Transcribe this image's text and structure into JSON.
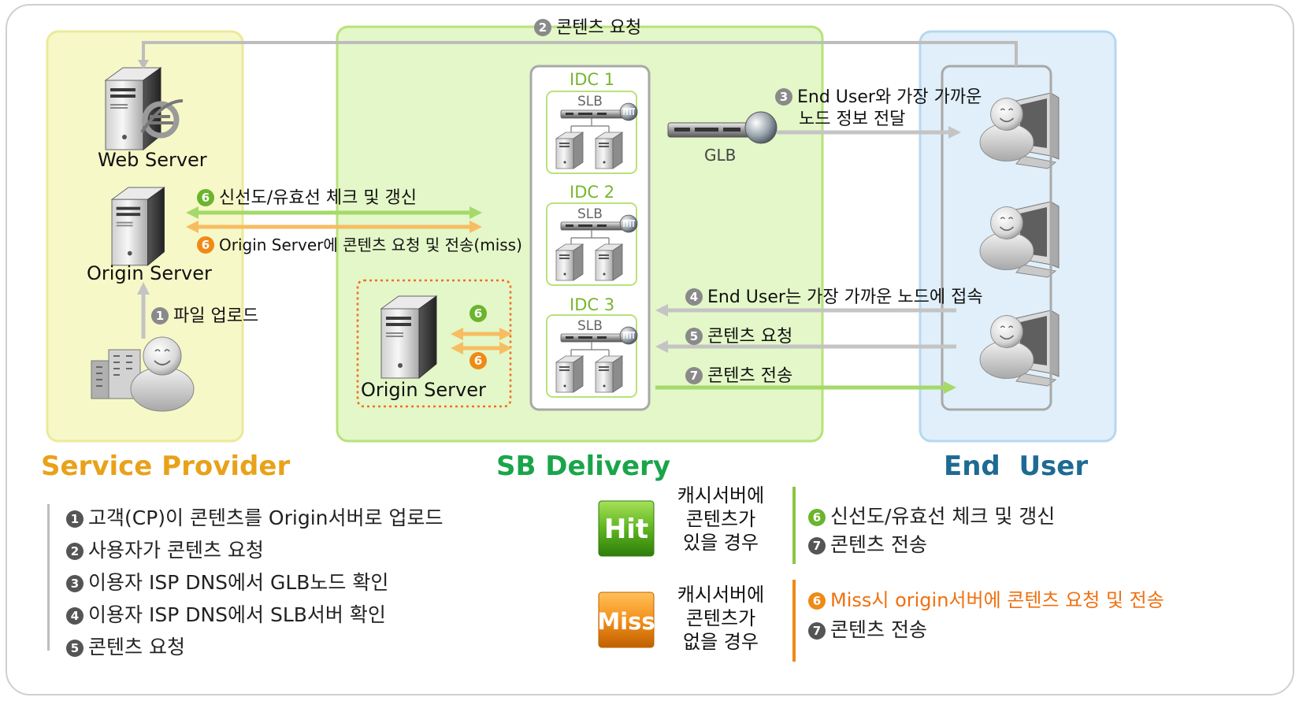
{
  "regions": {
    "service_provider": "Service Provider",
    "sb_delivery": "SB Delivery",
    "end_user": "End  User"
  },
  "servers": {
    "web_server": "Web Server",
    "origin_server": "Origin Server",
    "origin_server_cache": "Origin Server",
    "glb": "GLB"
  },
  "idcs": [
    {
      "name": "IDC 1",
      "slb": "SLB"
    },
    {
      "name": "IDC 2",
      "slb": "SLB"
    },
    {
      "name": "IDC 3",
      "slb": "SLB"
    }
  ],
  "steps": {
    "s1": {
      "num": "1",
      "text": "파일 업로드"
    },
    "s2": {
      "num": "2",
      "text": "콘텐츠 요청"
    },
    "s3": {
      "num": "3",
      "text_l1": "End User와 가장 가까운",
      "text_l2": "노드 정보 전달"
    },
    "s4": {
      "num": "4",
      "text": "End User는 가장 가까운 노드에 접속"
    },
    "s5": {
      "num": "5",
      "text": "콘텐츠 요청"
    },
    "s6a": {
      "num": "6",
      "text": "신선도/유효선 체크 및 갱신"
    },
    "s6b": {
      "num": "6",
      "text": "Origin Server에 콘텐츠 요청 및 전송(miss)"
    },
    "s6c": {
      "num": "6"
    },
    "s6d": {
      "num": "6"
    },
    "s7": {
      "num": "7",
      "text": "콘텐츠 전송"
    }
  },
  "legend": [
    {
      "num": "1",
      "text": "고객(CP)이 콘텐츠를 Origin서버로 업로드"
    },
    {
      "num": "2",
      "text": "사용자가 콘텐츠 요청"
    },
    {
      "num": "3",
      "text": "이용자 ISP DNS에서 GLB노드 확인"
    },
    {
      "num": "4",
      "text": "이용자 ISP DNS에서 SLB서버 확인"
    },
    {
      "num": "5",
      "text": "콘텐츠 요청"
    }
  ],
  "hit": {
    "badge": "Hit",
    "desc": [
      "캐시서버에",
      "콘텐츠가",
      "있을 경우"
    ],
    "items": [
      {
        "num": "6",
        "text": "신선도/유효선 체크 및 갱신"
      },
      {
        "num": "7",
        "text": "콘텐츠 전송"
      }
    ]
  },
  "miss": {
    "badge": "Miss",
    "desc": [
      "캐시서버에",
      "콘텐츠가",
      "없을 경우"
    ],
    "items": [
      {
        "num": "6",
        "text": "Miss시 origin서버에 콘텐츠 요청 및 전송"
      },
      {
        "num": "7",
        "text": "콘텐츠 전송"
      }
    ]
  },
  "colors": {
    "service_provider": "#e8a21a",
    "sb_delivery": "#1aa54a",
    "end_user": "#1e6a92",
    "green_step": "#6ab52d",
    "orange_step": "#f08a16",
    "gray_step": "#8a8a8a"
  },
  "icons": [
    "web-server-icon",
    "internet-explorer-icon",
    "server-icon",
    "user-icon",
    "building-icon",
    "slb-switch-icon",
    "glb-appliance-icon",
    "globe-icon",
    "monitor-icon",
    "hit-badge-icon",
    "miss-badge-icon"
  ]
}
